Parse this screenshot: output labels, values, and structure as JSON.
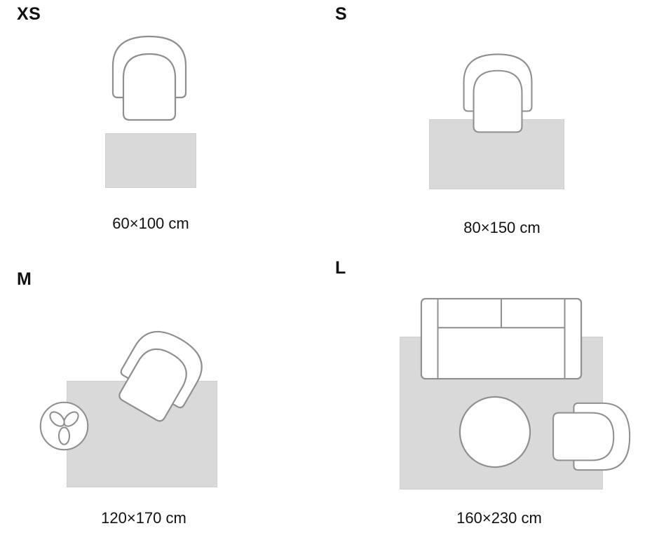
{
  "sizes": [
    {
      "id": "xs",
      "label": "XS",
      "dimensions": "60×100 cm"
    },
    {
      "id": "s",
      "label": "S",
      "dimensions": "80×150 cm"
    },
    {
      "id": "m",
      "label": "M",
      "dimensions": "120×170 cm"
    },
    {
      "id": "l",
      "label": "L",
      "dimensions": "160×230 cm"
    }
  ],
  "icons": {
    "armchair": "armchair-top-view-icon",
    "sofa": "sofa-top-view-icon",
    "plant": "plant-side-table-icon",
    "coffee_table": "round-coffee-table-icon"
  },
  "colors": {
    "background": "#ffffff",
    "rug": "#d9d9d9",
    "rug_border": "#cfcfcf",
    "furniture_fill": "#ffffff",
    "furniture_stroke": "#8f8f8f",
    "text": "#111111"
  }
}
